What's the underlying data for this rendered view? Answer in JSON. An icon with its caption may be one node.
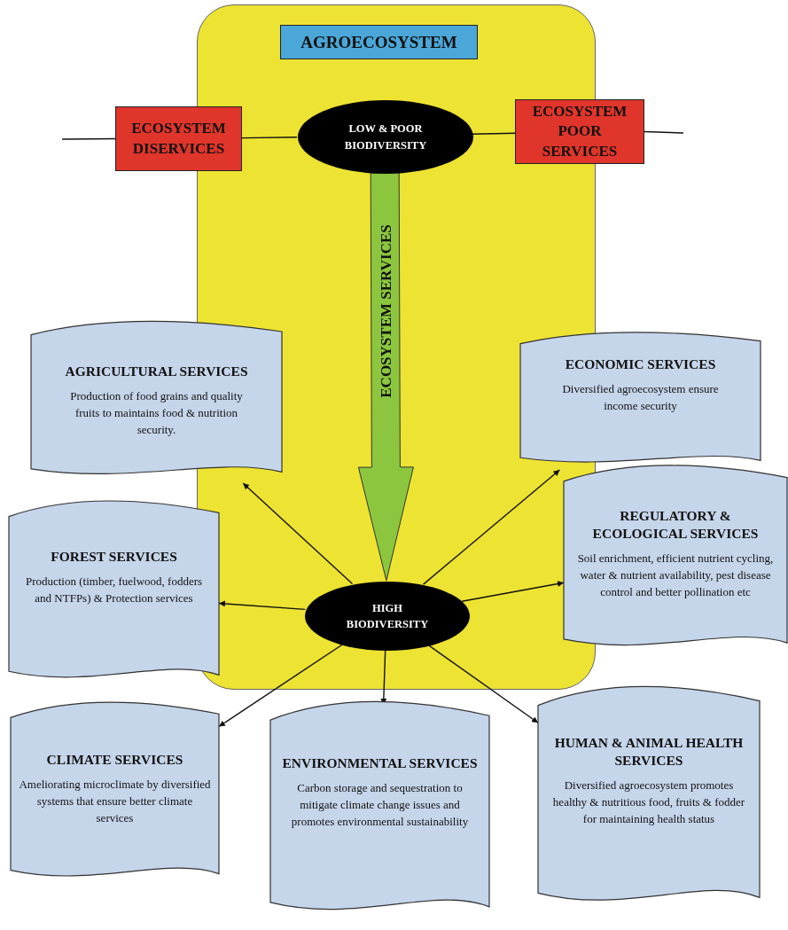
{
  "diagram": {
    "nodes": [
      {
        "text": [],
        "shape": "box"
      },
      {
        "text": [
          "AGROECOSYSTEM"
        ],
        "in": 0
      },
      {
        "text": [
          "ECOSYSTEM DISERVICES"
        ]
      },
      {
        "text": [
          "LOW & POOR BIODIVERSITY"
        ],
        "in": 0
      },
      {
        "text": [
          "ECOSYSTEM POOR SERVICES"
        ]
      },
      {
        "text": [
          "AGRICULTURAL SERVICES",
          "Production of food grains and quality fruits to maintains food & nutrition security."
        ]
      },
      {
        "text": [
          "ECONOMIC SERVICES",
          "Diversified agroecosystem ensure income security"
        ]
      },
      {
        "text": [
          "REGULATORY & ECOLOGICAL SERVICES",
          "Soil enrichment, efficient nutrient cycling, water & nutrient availability, pest disease control and better pollination etc"
        ]
      },
      {
        "text": [
          "FOREST SERVICES",
          "Production (timber, fuelwood, fodders and NTFPs) & Protection services"
        ]
      },
      {
        "text": [
          "HIGH BIODIVERSITY"
        ],
        "in": 0
      },
      {
        "text": [
          "CLIMATE SERVICES",
          "Ameliorating microclimate by diversified systems that ensure better climate services"
        ]
      },
      {
        "text": [
          "ENVIRONMENTAL SERVICES",
          "Carbon storage and sequestration to mitigate climate change issues and promotes environmental sustainability"
        ]
      },
      {
        "text": [
          "HUMAN & ANIMAL HEALTH SERVICES",
          "Diversified agroecosystem promotes healthy & nutritious food, fruits & fodder for maintaining health status"
        ]
      }
    ],
    "edges": [
      {
        "from": null,
        "to": 2,
        "arrow": "none"
      },
      {
        "from": 2,
        "to": 3,
        "arrow": "none"
      },
      {
        "from": 3,
        "to": 4,
        "arrow": "none"
      },
      {
        "from": 4,
        "to": null,
        "arrow": "none"
      },
      {
        "from": 3,
        "to": 9,
        "arrow": "to",
        "label": "ECOSYSTEM SERVICES",
        "style": "thick",
        "color": "#8cc63f"
      },
      {
        "from": 9,
        "to": 5,
        "arrow": "to"
      },
      {
        "from": 9,
        "to": 6,
        "arrow": "to"
      },
      {
        "from": 9,
        "to": 7,
        "arrow": "to"
      },
      {
        "from": 9,
        "to": 8,
        "arrow": "to"
      },
      {
        "from": 9,
        "to": 10,
        "arrow": "to"
      },
      {
        "from": 9,
        "to": 11,
        "arrow": "to"
      },
      {
        "from": 9,
        "to": 12,
        "arrow": "to"
      }
    ]
  }
}
